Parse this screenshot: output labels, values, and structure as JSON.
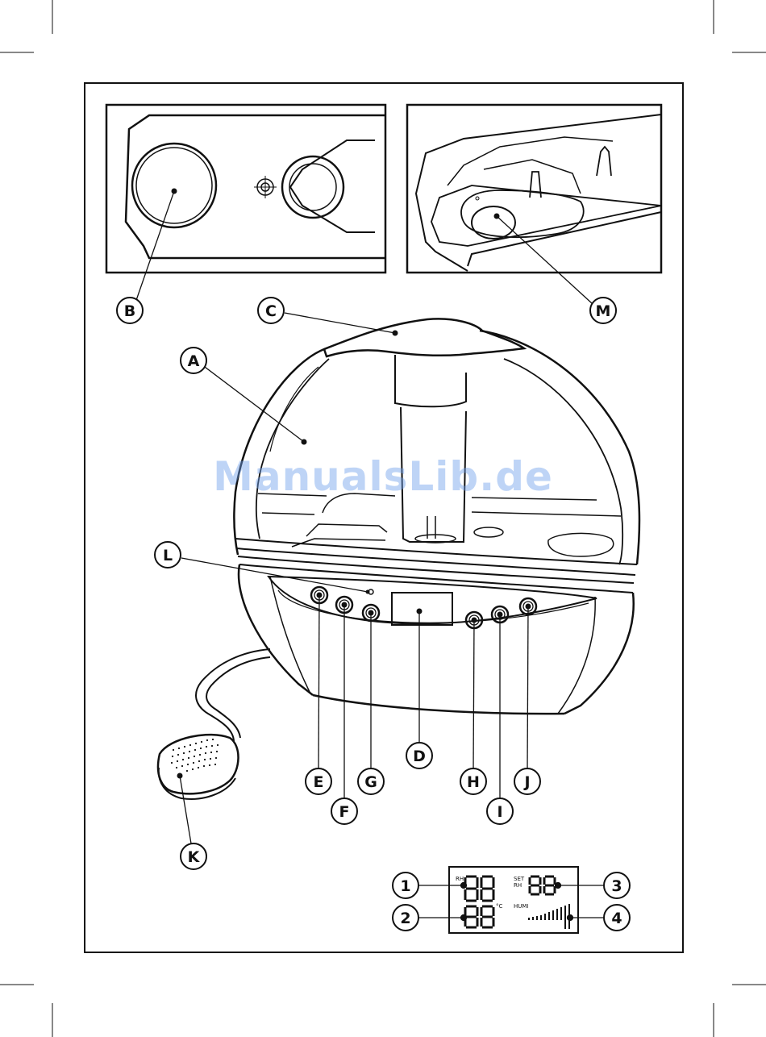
{
  "callouts": {
    "A": "A",
    "B": "B",
    "C": "C",
    "D": "D",
    "E": "E",
    "F": "F",
    "G": "G",
    "H": "H",
    "I": "I",
    "J": "J",
    "K": "K",
    "L": "L",
    "M": "M"
  },
  "display_legend": {
    "n1": "1",
    "n2": "2",
    "n3": "3",
    "n4": "4",
    "rh": "RH",
    "set": "SET",
    "set_rh": "RH",
    "humi": "HUMI",
    "celsius": "°C"
  },
  "watermark": "ManualsLib.de",
  "colors": {
    "line": "#111111",
    "watermark": "#6ea0eb"
  }
}
